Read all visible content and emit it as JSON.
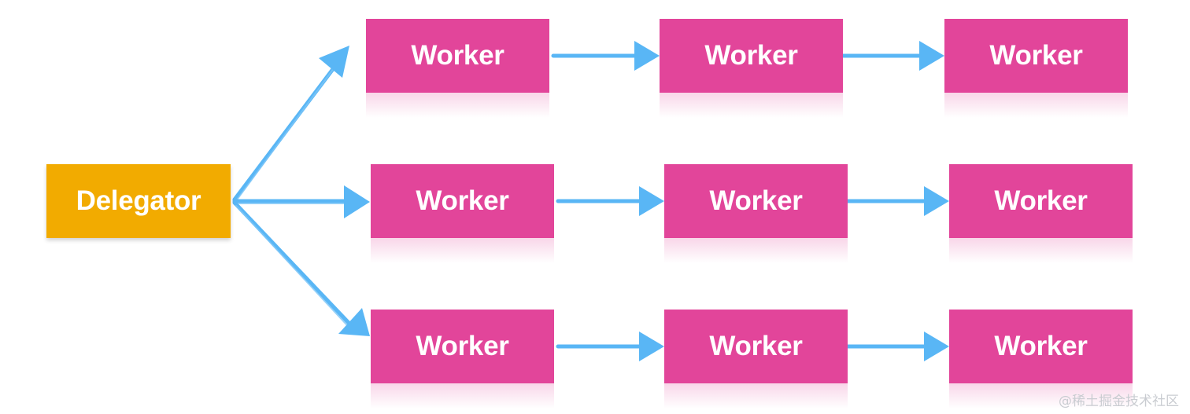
{
  "diagram": {
    "delegator": {
      "label": "Delegator",
      "color": "#f2ab00"
    },
    "worker_color": "#e2459a",
    "arrow_color": "#59b6f5",
    "rows": [
      {
        "workers": [
          "Worker",
          "Worker",
          "Worker"
        ]
      },
      {
        "workers": [
          "Worker",
          "Worker",
          "Worker"
        ]
      },
      {
        "workers": [
          "Worker",
          "Worker",
          "Worker"
        ]
      }
    ]
  },
  "watermark": "@稀土掘金技术社区"
}
